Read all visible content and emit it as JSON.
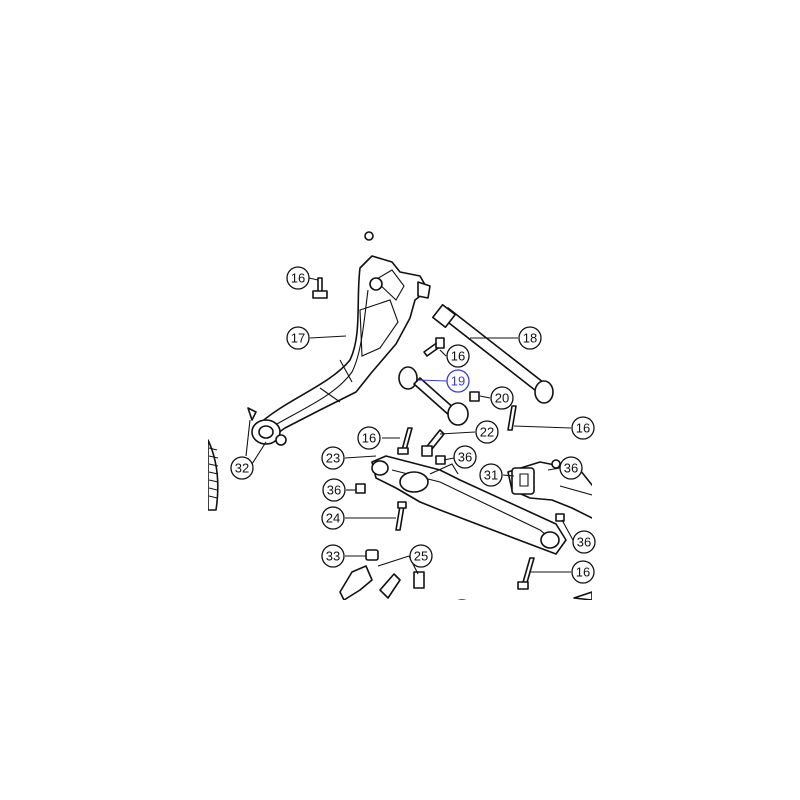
{
  "callouts": [
    {
      "id": "c16a",
      "label": "16"
    },
    {
      "id": "c17",
      "label": "17"
    },
    {
      "id": "c18",
      "label": "18"
    },
    {
      "id": "c16b",
      "label": "16"
    },
    {
      "id": "c19",
      "label": "19",
      "highlight": true
    },
    {
      "id": "c20",
      "label": "20"
    },
    {
      "id": "c16c",
      "label": "16"
    },
    {
      "id": "c16d",
      "label": "16"
    },
    {
      "id": "c22",
      "label": "22"
    },
    {
      "id": "c23",
      "label": "23"
    },
    {
      "id": "c36a",
      "label": "36"
    },
    {
      "id": "c31",
      "label": "31"
    },
    {
      "id": "c36b",
      "label": "36"
    },
    {
      "id": "c32",
      "label": "32"
    },
    {
      "id": "c36c",
      "label": "36"
    },
    {
      "id": "c24",
      "label": "24"
    },
    {
      "id": "c36d",
      "label": "36"
    },
    {
      "id": "c33",
      "label": "33"
    },
    {
      "id": "c25",
      "label": "25"
    },
    {
      "id": "c16e",
      "label": "16"
    }
  ],
  "colors": {
    "line": "#111111",
    "highlight": "#3a3ad0",
    "background": "#ffffff"
  }
}
